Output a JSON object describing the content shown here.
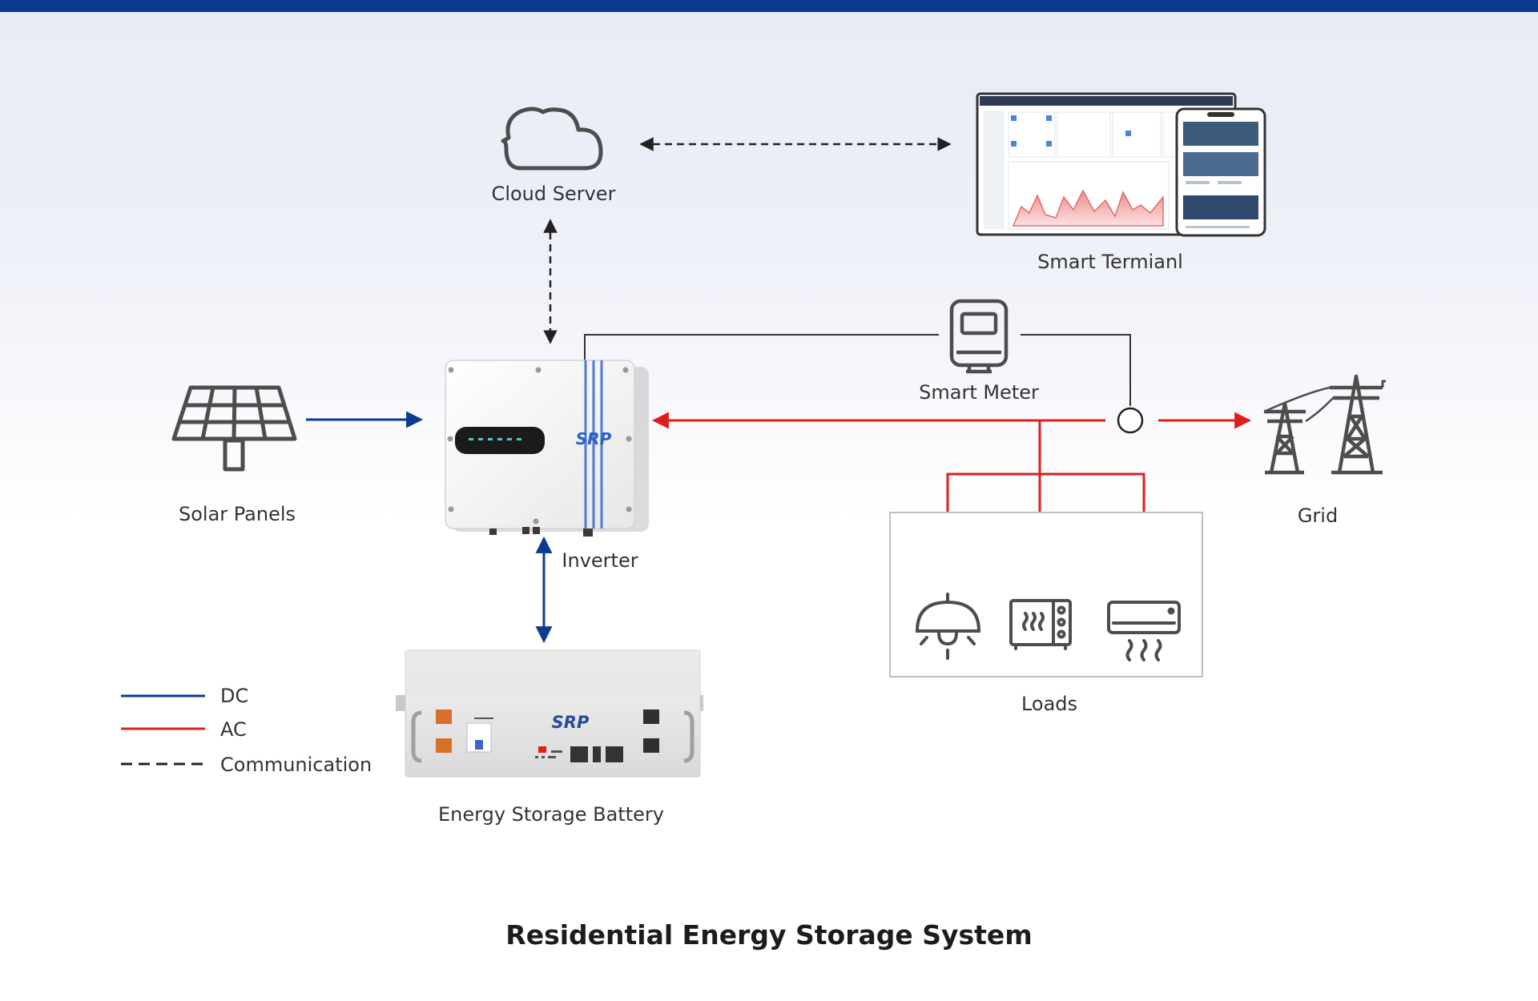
{
  "title": "Residential Energy Storage System",
  "nodes": {
    "cloud_server": "Cloud Server",
    "smart_terminal": "Smart Termianl",
    "smart_meter": "Smart Meter",
    "solar_panels": "Solar Panels",
    "inverter": "Inverter",
    "grid": "Grid",
    "loads": "Loads",
    "battery": "Energy Storage Battery"
  },
  "brand": {
    "inverter_logo": "SRP",
    "battery_logo": "SRP"
  },
  "legend": [
    {
      "label": "DC",
      "style": "solid",
      "color": "#0c3a91"
    },
    {
      "label": "AC",
      "style": "solid",
      "color": "#e01e1e"
    },
    {
      "label": "Communication",
      "style": "dashed",
      "color": "#222222"
    }
  ],
  "colors": {
    "dc": "#0c3a91",
    "ac": "#e01e1e",
    "communication": "#222222",
    "header_bar": "#0c3a91"
  },
  "icons": [
    "cloud-icon",
    "smart-terminal-icon",
    "smart-meter-icon",
    "solar-panel-icon",
    "inverter-image",
    "grid-tower-icon",
    "lamp-icon",
    "microwave-icon",
    "air-conditioner-icon",
    "battery-image"
  ]
}
